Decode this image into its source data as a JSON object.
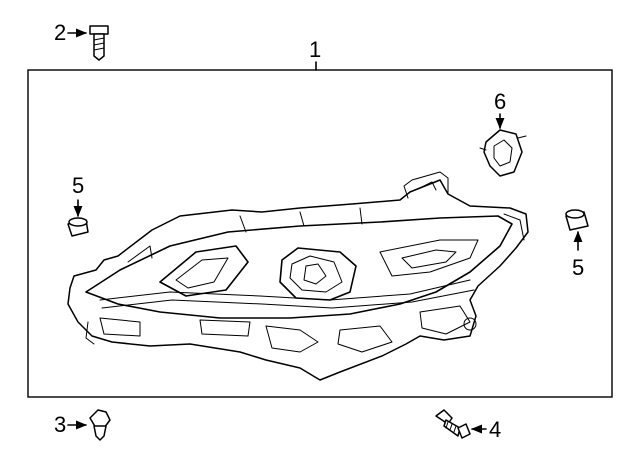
{
  "diagram": {
    "callouts": {
      "headlamp_assembly": "1",
      "upper_bolt": "2",
      "lower_bolt": "3",
      "side_bolt": "4",
      "cap_left": "5",
      "cap_right": "5",
      "bulb_socket": "6"
    },
    "colors": {
      "line": "#000000",
      "background": "#ffffff"
    }
  }
}
